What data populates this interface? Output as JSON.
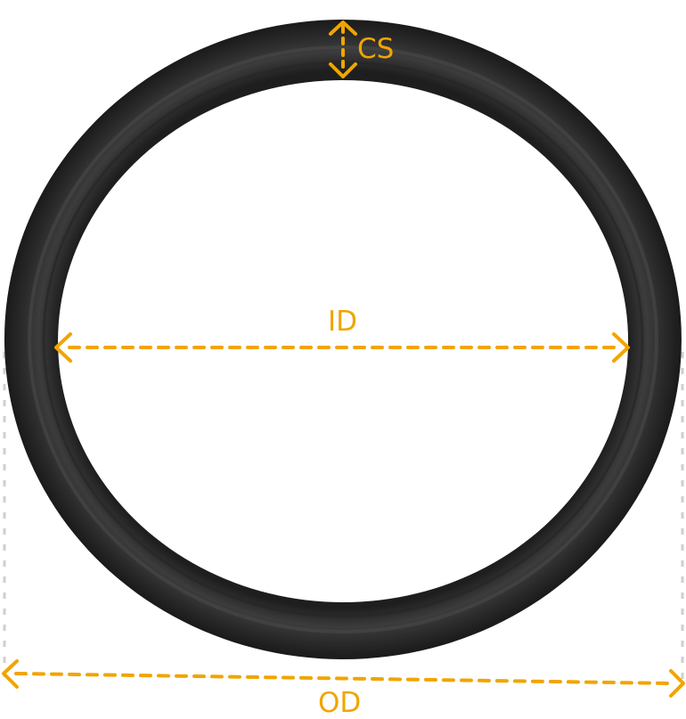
{
  "diagram": {
    "subject": "O-ring dimension diagram",
    "accent_color": "#f0a500",
    "guide_color": "#cfcfcf",
    "ring_color": "#2e2e2e",
    "labels": {
      "cs": "CS",
      "id": "ID",
      "od": "OD"
    }
  }
}
